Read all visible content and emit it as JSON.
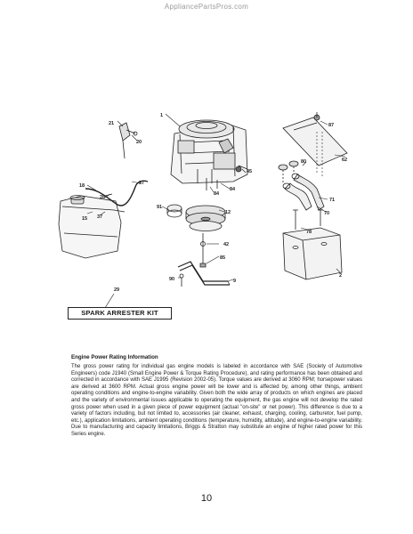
{
  "watermark": "AppliancePartsPros.com",
  "diagram": {
    "labels": {
      "p1": "1",
      "p2": "2",
      "p9": "9",
      "p12": "12",
      "p15": "15",
      "p18": "18",
      "p20": "20",
      "p21": "21",
      "p28": "28",
      "p29": "29",
      "p37a": "37",
      "p37b": "37",
      "p42": "42",
      "p45": "45",
      "p62": "62",
      "p70": "70",
      "p71": "71",
      "p78": "78",
      "p80": "80",
      "p84a": "84",
      "p84b": "84",
      "p85": "85",
      "p87": "87",
      "p90": "90",
      "p91": "91"
    },
    "kit_label": "SPARK ARRESTER KIT"
  },
  "info": {
    "heading": "Engine Power Rating Information",
    "body": "The gross power rating for individual gas engine models is labeled in accordance with SAE (Society of Automotive Engineers) code J1940 (Small Engine Power & Torque Rating Procedure), and rating performance has been obtained and corrected in accordance with SAE J1995 (Revision 2002-05). Torque values are derived at 3060 RPM; horsepower values are derived at 3600 RPM. Actual gross engine power will be lower and is affected by, among other things, ambient operating conditions and engine-to-engine variability. Given both the wide array of products on which engines are placed and the variety of environmental issues applicable to operating the equipment, the gas engine will not develop the rated gross power when used in a given piece of power equipment (actual \"on-site\" or net power). This difference is due to a variety of factors including, but not limited to, accessories (air cleaner, exhaust, charging, cooling, carburetor, fuel pump, etc.), application limitations, ambient operating conditions (temperature, humidity, altitude), and engine-to-engine variability. Due to manufacturing and capacity limitations, Briggs & Stratton may substitute an engine of higher rated power for this Series engine."
  },
  "page_number": "10"
}
